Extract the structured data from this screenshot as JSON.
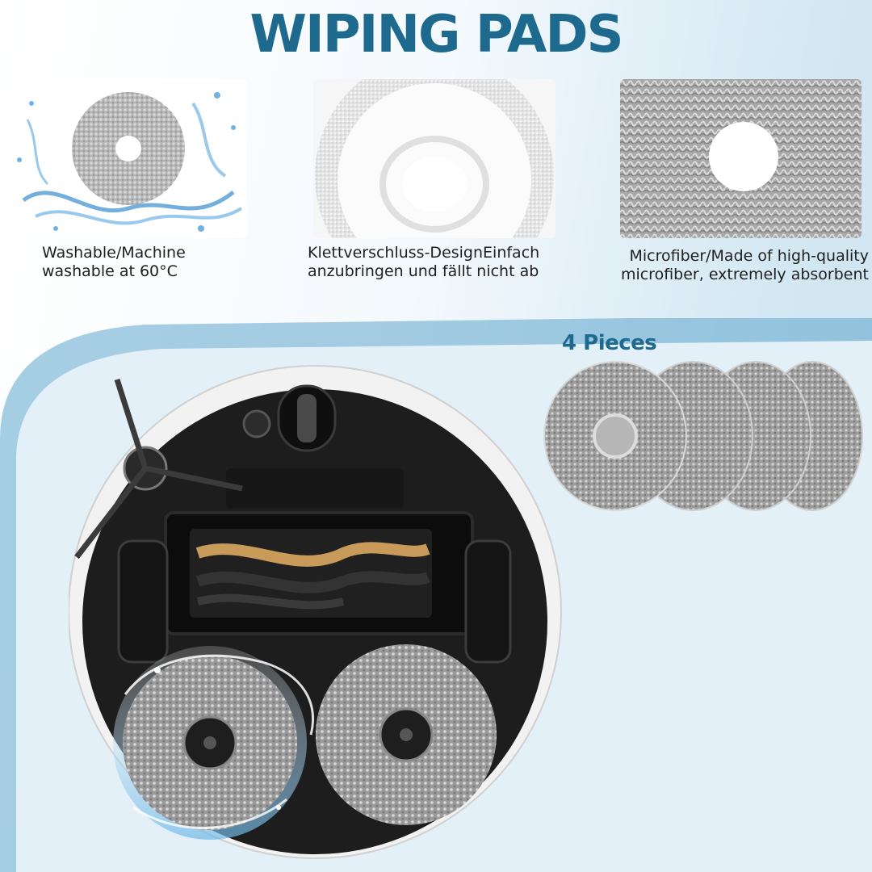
{
  "title": "WIPING PADS",
  "features": [
    {
      "lines": [
        "Washable/Machine",
        "washable at 60°C"
      ],
      "image": "mop-pad-water-splash"
    },
    {
      "lines": [
        "Klettverschluss-DesignEinfach",
        "anzubringen und fällt nicht ab"
      ],
      "image": "velcro-backing-pad"
    },
    {
      "lines": [
        "Microfiber/Made of high-quality",
        "microfiber, extremely absorbent"
      ],
      "image": "microfiber-closeup"
    }
  ],
  "pieces_label": "4 Pieces",
  "colors": {
    "title": "#1e6a8e",
    "caption": "#1f1f1f",
    "band": "#5ea6cc",
    "pad_gray": "#8f8f8f"
  }
}
